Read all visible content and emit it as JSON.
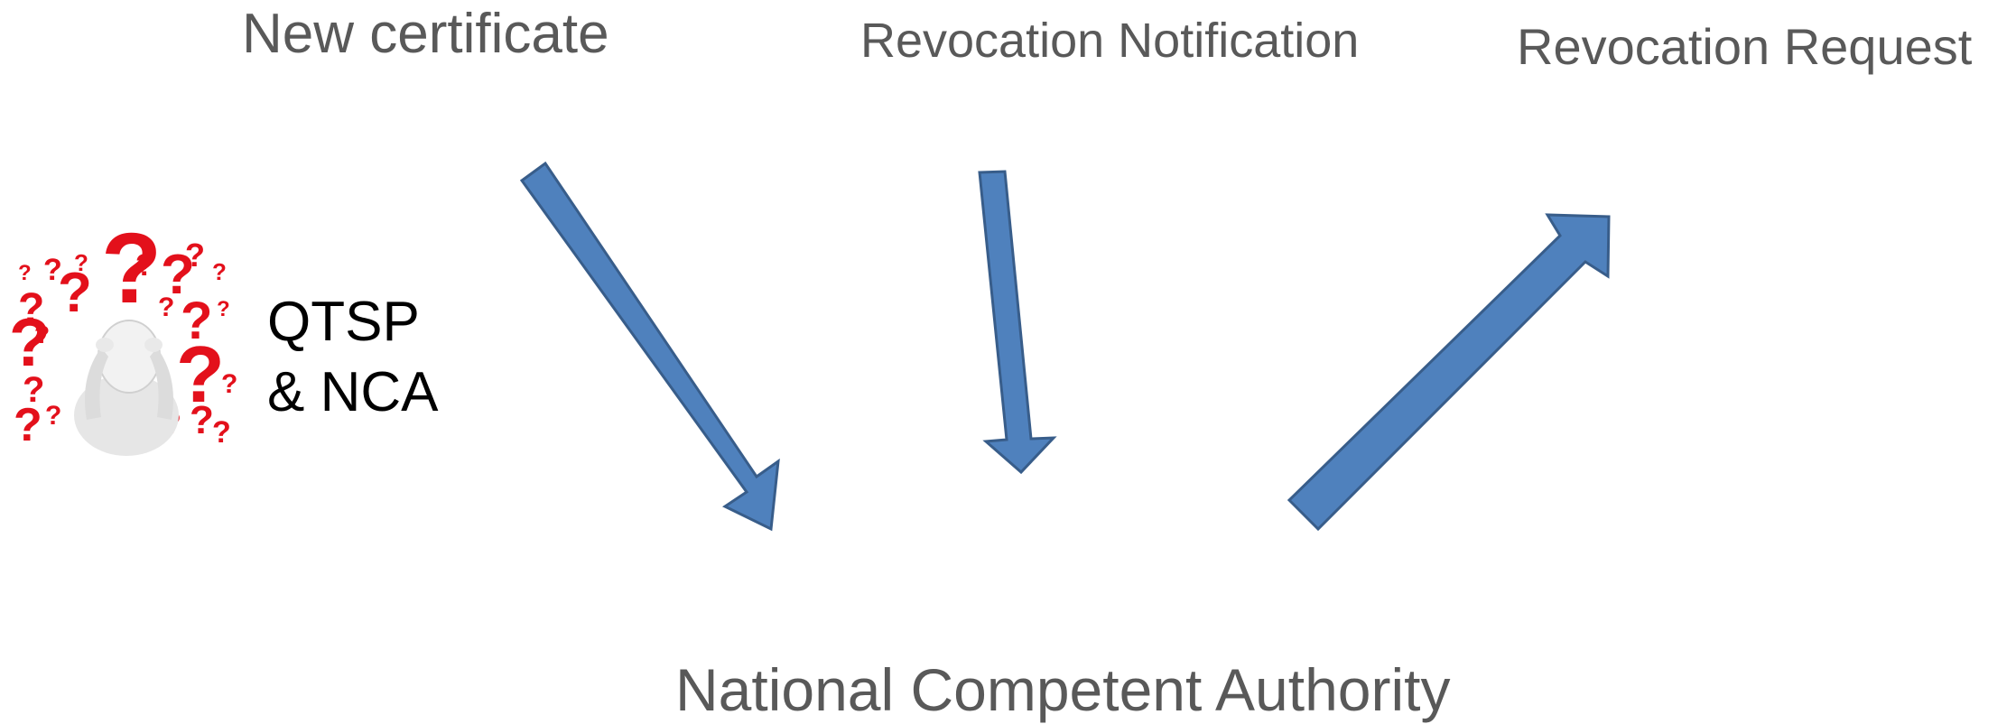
{
  "labels": {
    "new_certificate": "New certificate",
    "revocation_notification": "Revocation Notification",
    "revocation_request": "Revocation Request",
    "nca": "National Competent Authority"
  },
  "actor": {
    "line1": "QTSP",
    "line2": "& NCA"
  },
  "icons": {
    "confused": "confused-person-with-question-marks"
  },
  "colors": {
    "arrow_fill": "#4f81bd",
    "arrow_stroke": "#385d8a",
    "label_text": "#595959",
    "question_mark": "#e3101b"
  }
}
